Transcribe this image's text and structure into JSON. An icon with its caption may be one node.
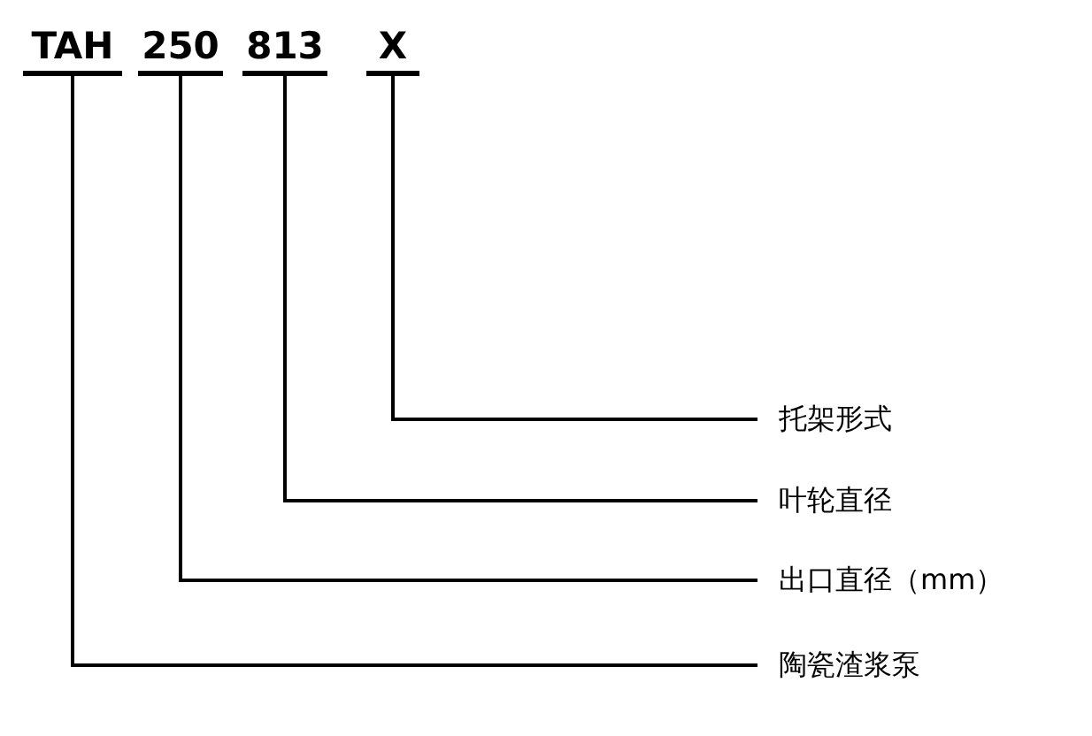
{
  "diagram": {
    "nodes": [
      {
        "text": [
          "TAH"
        ]
      },
      {
        "text": [
          "250"
        ]
      },
      {
        "text": [
          "813"
        ]
      },
      {
        "text": [
          "X"
        ]
      },
      {
        "text": [
          "托架形式"
        ]
      },
      {
        "text": [
          "叶轮直径"
        ]
      },
      {
        "text": [
          "出口直径（mm）"
        ]
      },
      {
        "text": [
          "陶瓷渣浆泵"
        ]
      }
    ],
    "edges": [
      {
        "from": 0,
        "to": 7,
        "arrow": "none"
      },
      {
        "from": 1,
        "to": 6,
        "arrow": "none"
      },
      {
        "from": 2,
        "to": 5,
        "arrow": "none"
      },
      {
        "from": 3,
        "to": 4,
        "arrow": "none"
      }
    ]
  }
}
